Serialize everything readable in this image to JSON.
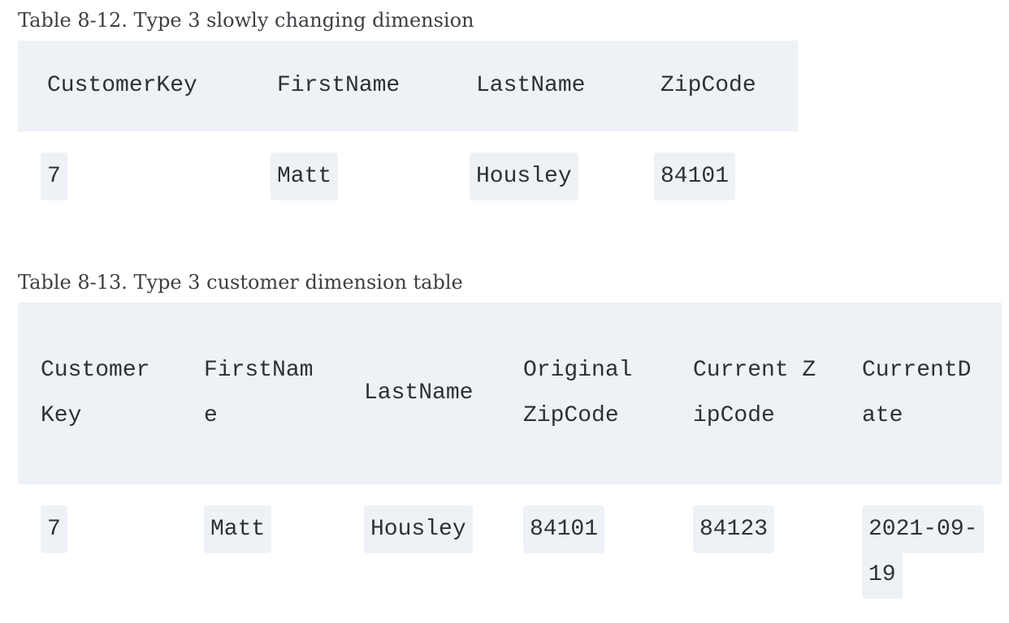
{
  "table1": {
    "caption": "Table 8-12. Type 3 slowly changing dimension",
    "headers": [
      "CustomerKey",
      "FirstName",
      "LastName",
      "ZipCode"
    ],
    "rows": [
      [
        "7",
        "Matt",
        "Housley",
        "84101"
      ]
    ]
  },
  "table2": {
    "caption": "Table 8-13. Type 3 customer dimension table",
    "headers": [
      "CustomerKey",
      "FirstName",
      "LastName",
      "Original ZipCode",
      "Current ZipCode",
      "CurrentDate"
    ],
    "rows": [
      [
        "7",
        "Matt",
        "Housley",
        "84101",
        "84123",
        "2021-09-19"
      ]
    ]
  },
  "colors": {
    "header_background": "#eef1f6",
    "code_background": "#eef1f6",
    "text": "#2e3034"
  }
}
